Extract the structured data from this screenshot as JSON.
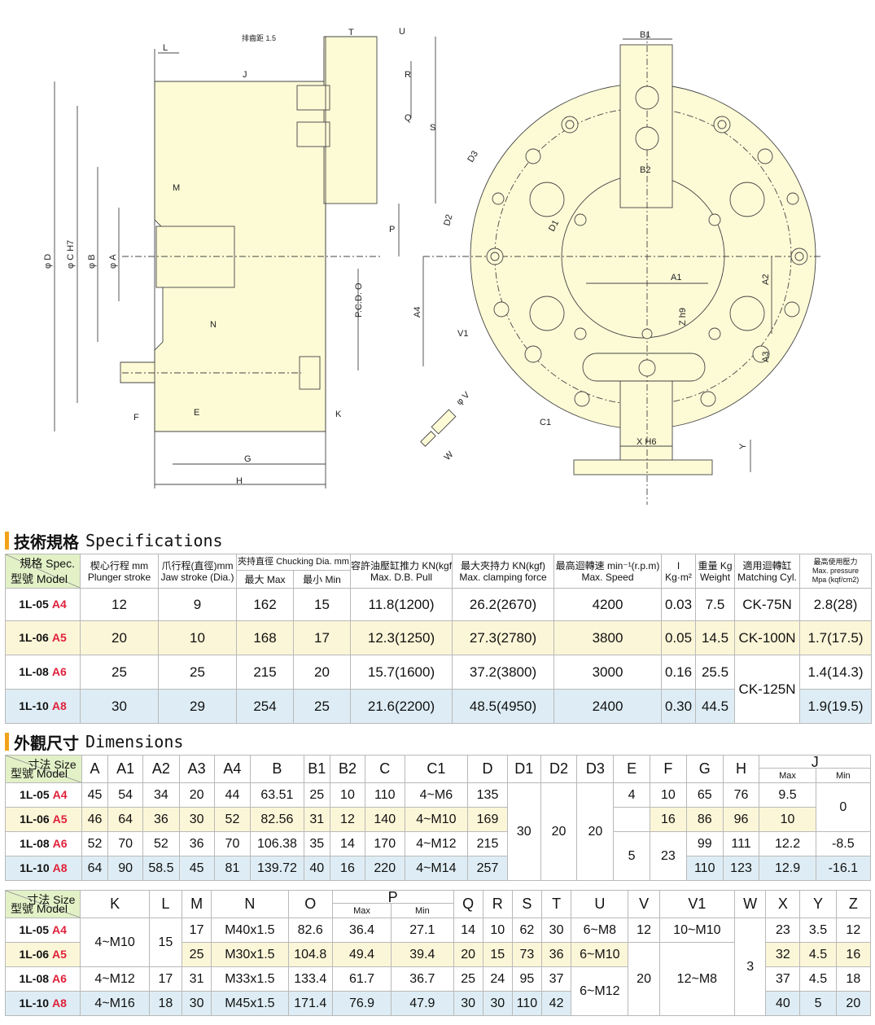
{
  "drawing": {
    "labels": {
      "L": "L",
      "J": "J",
      "T": "T",
      "U": "U",
      "R": "R",
      "Q": "Q",
      "S": "S",
      "P": "P",
      "M": "M",
      "N": "N",
      "K": "K",
      "F": "F",
      "E": "E",
      "G": "G",
      "H": "H",
      "phiD": "φ D",
      "phiC": "φ C H7",
      "phiB": "φ B",
      "phiA": "φ A",
      "pcd": "P.C.D. O",
      "pitch": "排齒距 1.5",
      "B1": "B1",
      "B2": "B2",
      "D1": "D1",
      "D2": "D2",
      "D3": "D3",
      "A1": "A1",
      "A2": "A2",
      "A3": "A3",
      "A4": "A4",
      "Zh9": "Z h9",
      "V1": "V1",
      "C1": "C1",
      "XH6": "X H6",
      "Y": "Y",
      "W": "W",
      "phiV": "φ V"
    }
  },
  "spec": {
    "zh": "技術規格",
    "en": "Specifications",
    "corner_top": "規格 Spec.",
    "corner_bottom": "型號 Model",
    "headers": {
      "plunger_zh": "楔心行程 mm",
      "plunger_en": "Plunger stroke",
      "jaw_zh": "爪行程(直徑)mm",
      "jaw_en": "Jaw stroke (Dia.)",
      "chuck_zh": "夾持直徑 Chucking Dia. mm",
      "max": "最大 Max",
      "min": "最小 Min",
      "pull_zh": "容許油壓缸推力 KN(kgf)",
      "pull_en": "Max. D.B. Pull",
      "clamp_zh": "最大夾持力 KN(kgf)",
      "clamp_en": "Max. clamping force",
      "speed_zh": "最高迴轉速 min⁻¹(r.p.m)",
      "speed_en": "Max. Speed",
      "i_top": "I",
      "i_bot": "Kg·m²",
      "w_zh": "重量 Kg",
      "w_en": "Weight",
      "cyl_zh": "適用迴轉缸",
      "cyl_en": "Matching Cyl.",
      "p_zh": "最高使用壓力",
      "p_en1": "Max. pressure",
      "p_en2": "Mpa (kqf/cm2)"
    },
    "rows": [
      {
        "model": "1L-05",
        "suffix": "A4",
        "plunger": "12",
        "jaw": "9",
        "max": "162",
        "min": "15",
        "pull": "11.8(1200)",
        "clamp": "26.2(2670)",
        "speed": "4200",
        "i": "0.03",
        "weight": "7.5",
        "cyl": "CK-75N",
        "pressure": "2.8(28)"
      },
      {
        "model": "1L-06",
        "suffix": "A5",
        "plunger": "20",
        "jaw": "10",
        "max": "168",
        "min": "17",
        "pull": "12.3(1250)",
        "clamp": "27.3(2780)",
        "speed": "3800",
        "i": "0.05",
        "weight": "14.5",
        "cyl": "CK-100N",
        "pressure": "1.7(17.5)"
      },
      {
        "model": "1L-08",
        "suffix": "A6",
        "plunger": "25",
        "jaw": "25",
        "max": "215",
        "min": "20",
        "pull": "15.7(1600)",
        "clamp": "37.2(3800)",
        "speed": "3000",
        "i": "0.16",
        "weight": "25.5",
        "cyl": "CK-125N",
        "pressure": "1.4(14.3)"
      },
      {
        "model": "1L-10",
        "suffix": "A8",
        "plunger": "30",
        "jaw": "29",
        "max": "254",
        "min": "25",
        "pull": "21.6(2200)",
        "clamp": "48.5(4950)",
        "speed": "2400",
        "i": "0.30",
        "weight": "44.5",
        "pressure": "1.9(19.5)"
      }
    ]
  },
  "dims": {
    "zh": "外觀尺寸",
    "en": "Dimensions",
    "corner_top": "寸法 Size",
    "corner_bottom": "型號 Model",
    "models": [
      {
        "model": "1L-05",
        "suffix": "A4"
      },
      {
        "model": "1L-06",
        "suffix": "A5"
      },
      {
        "model": "1L-08",
        "suffix": "A6"
      },
      {
        "model": "1L-10",
        "suffix": "A8"
      }
    ],
    "t1_headers": [
      "A",
      "A1",
      "A2",
      "A3",
      "A4",
      "B",
      "B1",
      "B2",
      "C",
      "C1",
      "D",
      "D1",
      "D2",
      "D3",
      "E",
      "F",
      "G",
      "H",
      "J"
    ],
    "j_max": "Max",
    "j_min": "Min",
    "t1_rows": [
      [
        "45",
        "54",
        "34",
        "20",
        "44",
        "63.51",
        "25",
        "10",
        "110",
        "4~M6",
        "135"
      ],
      [
        "46",
        "64",
        "36",
        "30",
        "52",
        "82.56",
        "31",
        "12",
        "140",
        "4~M10",
        "169"
      ],
      [
        "52",
        "70",
        "52",
        "36",
        "70",
        "106.38",
        "35",
        "14",
        "170",
        "4~M12",
        "215"
      ],
      [
        "64",
        "90",
        "58.5",
        "45",
        "81",
        "139.72",
        "40",
        "16",
        "220",
        "4~M14",
        "257"
      ]
    ],
    "D1": "30",
    "D2": "20",
    "D3": "20",
    "E_r1": "4",
    "E_r34": "5",
    "F_r1": "10",
    "F_r2": "16",
    "F_r34": "23",
    "GH": [
      [
        "65",
        "76"
      ],
      [
        "86",
        "96"
      ],
      [
        "99",
        "111"
      ],
      [
        "110",
        "123"
      ]
    ],
    "Jmax": [
      "9.5",
      "10",
      "12.2",
      "12.9"
    ],
    "Jmin_r12": "0",
    "Jmin_r3": "-8.5",
    "Jmin_r4": "-16.1",
    "t2_headers": [
      "K",
      "L",
      "M",
      "N",
      "O",
      "P",
      "Q",
      "R",
      "S",
      "T",
      "U",
      "V",
      "V1",
      "W",
      "X",
      "Y",
      "Z"
    ],
    "p_max": "Max",
    "p_min": "Min",
    "K_r12": "4~M10",
    "K_r3": "4~M12",
    "K_r4": "4~M16",
    "L_r12": "15",
    "L_r3": "17",
    "L_r4": "18",
    "M": [
      "17",
      "25",
      "31",
      "30"
    ],
    "N": [
      "M40x1.5",
      "M30x1.5",
      "M33x1.5",
      "M45x1.5"
    ],
    "O": [
      "82.6",
      "104.8",
      "133.4",
      "171.4"
    ],
    "Pmax": [
      "36.4",
      "49.4",
      "61.7",
      "76.9"
    ],
    "Pmin": [
      "27.1",
      "39.4",
      "36.7",
      "47.9"
    ],
    "Q": [
      "14",
      "20",
      "25",
      "30"
    ],
    "R": [
      "10",
      "15",
      "24",
      "30"
    ],
    "S": [
      "62",
      "73",
      "95",
      "110"
    ],
    "T": [
      "30",
      "36",
      "37",
      "42"
    ],
    "U_r1": "6~M8",
    "U_r2": "6~M10",
    "U_r34": "6~M12",
    "V_r1": "12",
    "V_r234": "20",
    "V1_r1": "10~M10",
    "V1_r234": "12~M8",
    "W": "3",
    "X": [
      "23",
      "32",
      "37",
      "40"
    ],
    "Y": [
      "3.5",
      "4.5",
      "4.5",
      "5"
    ],
    "Z": [
      "12",
      "16",
      "18",
      "20"
    ]
  }
}
